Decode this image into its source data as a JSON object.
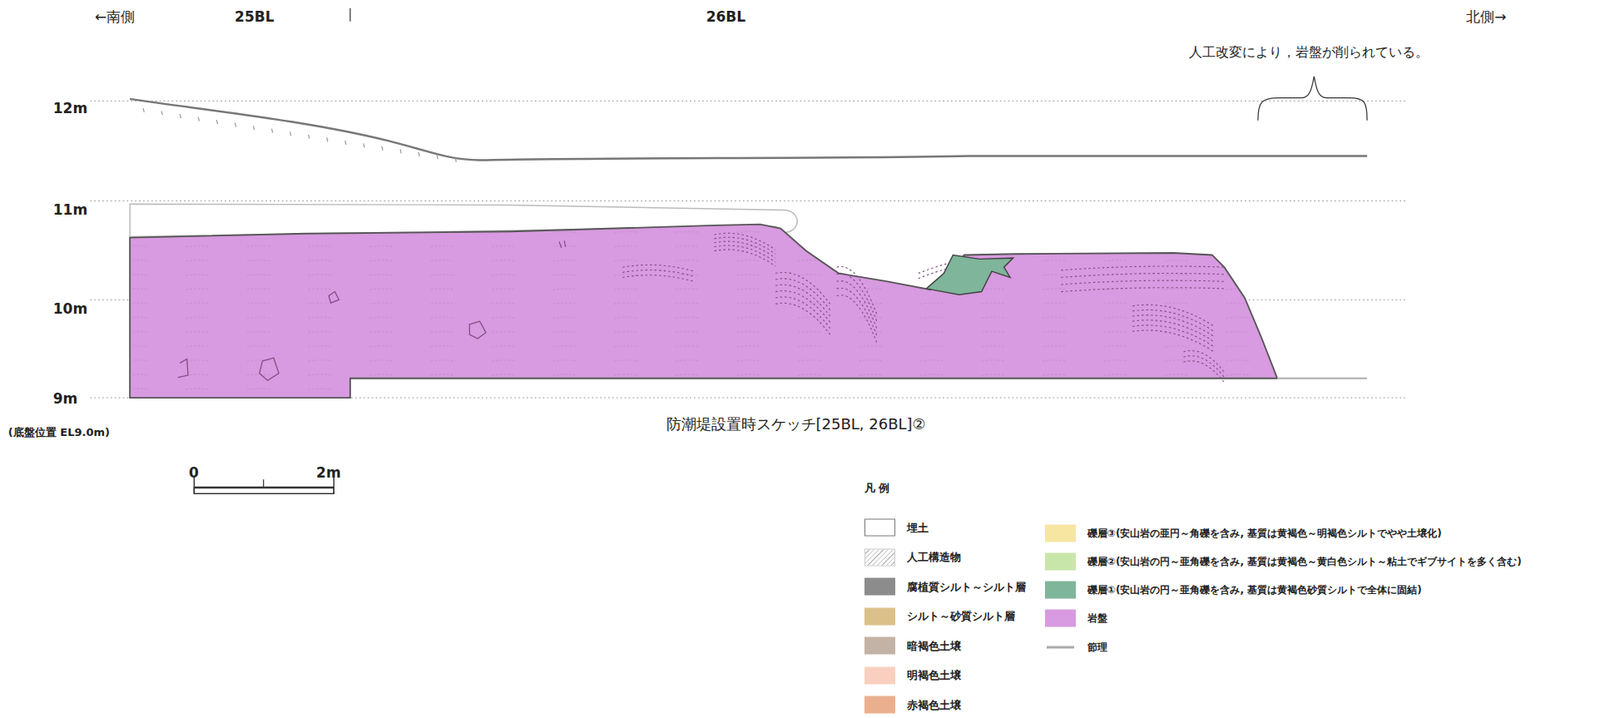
{
  "diagram": {
    "caption": "防潮堤設置時スケッチ[25BL, 26BL]②",
    "labels": [
      "←南側",
      "25BL",
      "26BL",
      "北側→",
      "人工改変により，岩盤が削られている。",
      "12m",
      "11m",
      "10m",
      "9m",
      "(底盤位置 EL9.0m)",
      "0",
      "2m",
      "凡 例"
    ],
    "legend": [
      {
        "text": "埋土",
        "color": "#ffffff"
      },
      {
        "text": "人工構造物"
      },
      {
        "text": "腐植質シルト～シルト層",
        "color": "#8c8c8c"
      },
      {
        "text": "シルト～砂質シルト層",
        "color": "#dcc08a"
      },
      {
        "text": "暗褐色土壌",
        "color": "#c3b3a6"
      },
      {
        "text": "明褐色土壌",
        "color": "#f9d0c0"
      },
      {
        "text": "赤褐色土壌",
        "color": "#eab08e"
      },
      {
        "text": "礫層③(安山岩の亜円～角礫を含み, 基質は黄褐色～明褐色シルトでやや土壌化)",
        "color": "#f6e6a2"
      },
      {
        "text": "礫層②(安山岩の円～亜角礫を含み, 基質は黄褐色～黄白色シルト～粘土でギブサイトを多く含む)",
        "color": "#c9e6aa"
      },
      {
        "text": "礫層①(安山岩の円～亜角礫を含み, 基質は黄褐色砂質シルトで全体に固結)",
        "color": "#7fb59a"
      },
      {
        "text": "岩盤",
        "color": "#d89ae0"
      },
      {
        "text": "節理"
      }
    ]
  }
}
